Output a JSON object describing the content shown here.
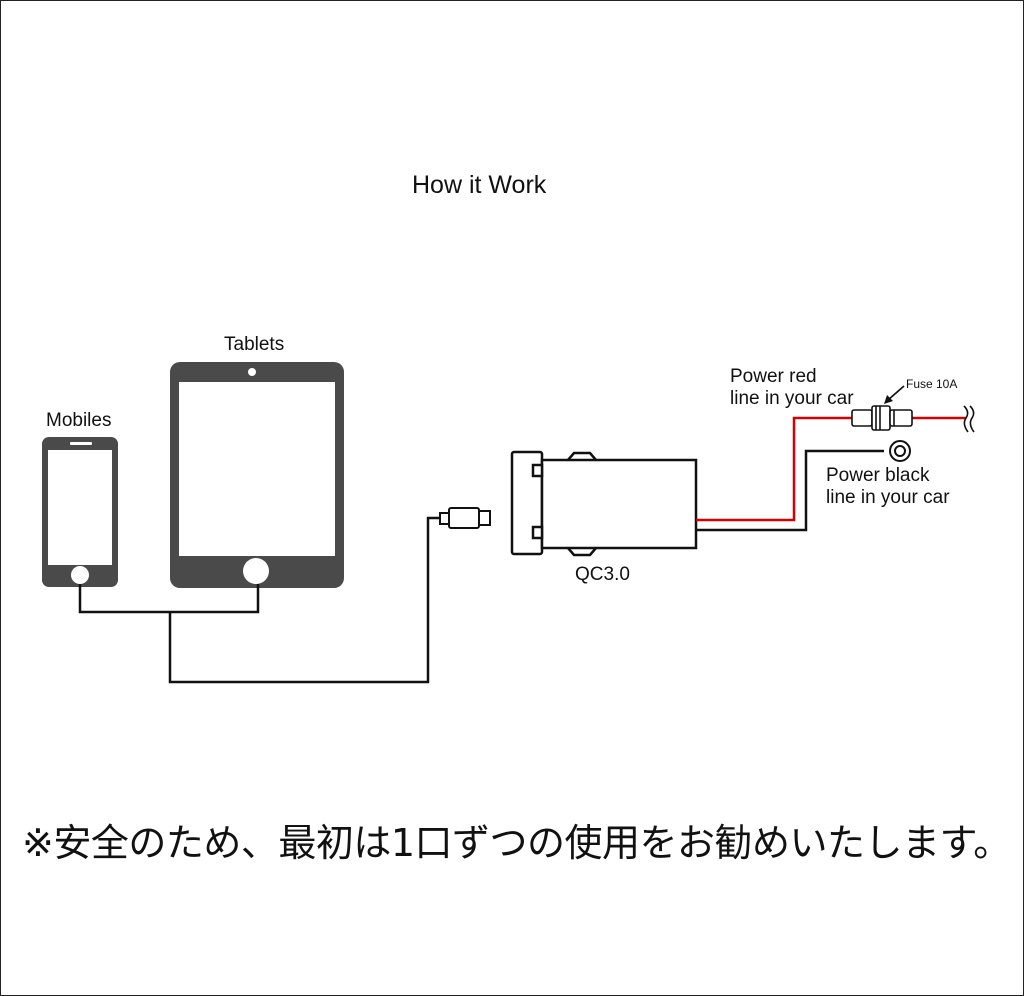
{
  "diagram": {
    "title": "How it Work",
    "labels": {
      "tablets": "Tablets",
      "mobiles": "Mobiles",
      "charger": "QC3.0",
      "fuse": "Fuse 10A",
      "power_red_line1": "Power red",
      "power_red_line2": "line in your car",
      "power_black_line1": "Power black",
      "power_black_line2": "line in your car"
    },
    "colors": {
      "device": "#4a4a4a",
      "wire_red": "#d40000",
      "wire_black": "#111111",
      "outline": "#111111"
    },
    "note": "※安全のため、最初は1口ずつの使用をお勧めいたします。"
  }
}
